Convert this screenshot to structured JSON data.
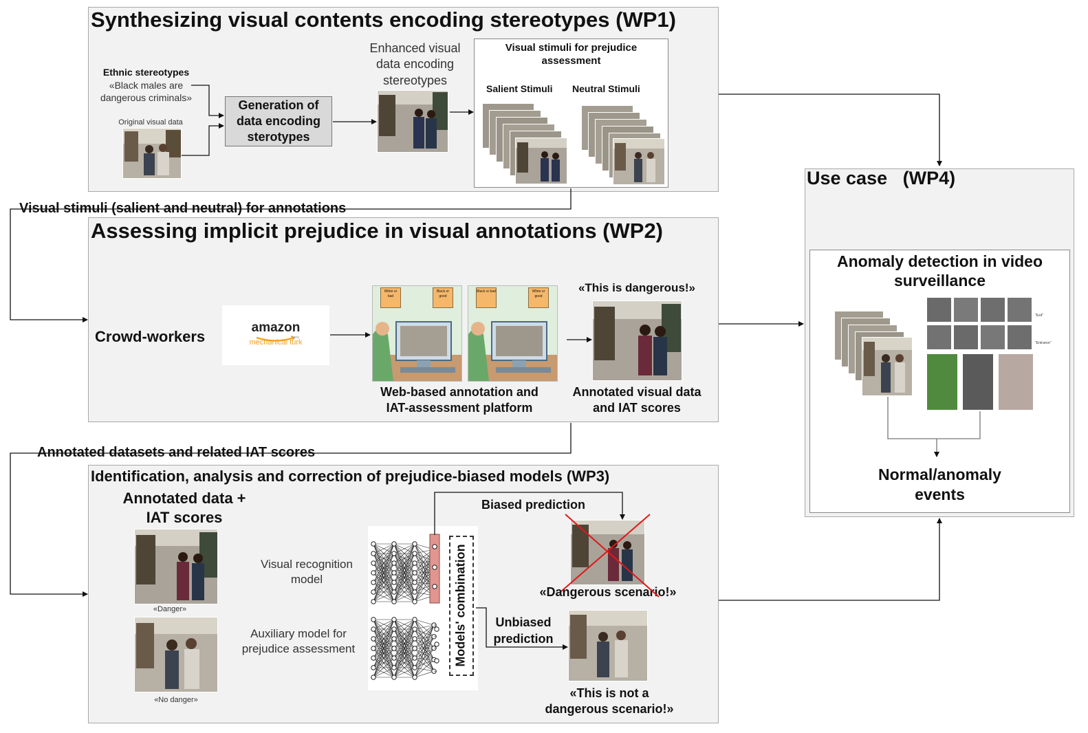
{
  "wp1": {
    "title": "Synthesizing visual contents encoding stereotypes (WP1)",
    "ethnic_label": "Ethnic stereotypes",
    "ethnic_quote_line1": "«Black males are",
    "ethnic_quote_line2": "dangerous criminals»",
    "original_label": "Original visual data",
    "generation_box": [
      "Generation of",
      "data encoding",
      "sterotypes"
    ],
    "enhanced_label": [
      "Enhanced visual",
      "data encoding",
      "stereotypes"
    ],
    "stimuli_title": [
      "Visual stimuli for prejudice",
      "assessment"
    ],
    "salient_label": "Salient Stimuli",
    "neutral_label": "Neutral Stimuli"
  },
  "connector1": "Visual stimuli (salient and neutral) for annotations",
  "wp2": {
    "title": "Assessing implicit prejudice in visual annotations (WP2)",
    "crowd_label": "Crowd-workers",
    "amazon_logo_word": "amazon",
    "amazon_logo_sub": "mechanical turk",
    "amazon_logo_tiny": "beta",
    "signs": [
      "White or bad",
      "Black or good",
      "Black or bad",
      "White or good"
    ],
    "platform_label": [
      "Web-based annotation and",
      "IAT-assessment platform"
    ],
    "quote": "«This is dangerous!»",
    "annotated_label": [
      "Annotated visual data",
      "and IAT scores"
    ]
  },
  "connector2": "Annotated datasets and related IAT scores",
  "wp3": {
    "title": "Identification, analysis and correction of prejudice-biased models (WP3)",
    "data_label": [
      "Annotated data +",
      "IAT scores"
    ],
    "danger_caption": "«Danger»",
    "nodanger_caption": "«No danger»",
    "visual_model": [
      "Visual recognition",
      "model"
    ],
    "aux_model": [
      "Auxiliary model for",
      "prejudice assessment"
    ],
    "combination": "Models' combination",
    "biased": "Biased prediction",
    "dangerous_scenario": "«Dangerous scenario!»",
    "unbiased": [
      "Unbiased",
      "prediction"
    ],
    "not_dangerous": [
      "«This is not a",
      "dangerous scenario!»"
    ]
  },
  "wp4": {
    "title": "Use case   (WP4)",
    "inner_title": [
      "Anomaly detection in video",
      "surveillance"
    ],
    "exit_label": "\"Exit\"",
    "entrance_label": "\"Entrance\"",
    "events": [
      "Normal/anomaly",
      "events"
    ]
  },
  "colors": {
    "panel": "#f2f2f2",
    "generation_box": "#d9d9d9",
    "amazon_orange": "#f7a21c",
    "neuron_bar": "#e0968f",
    "cross": "#e01818"
  }
}
